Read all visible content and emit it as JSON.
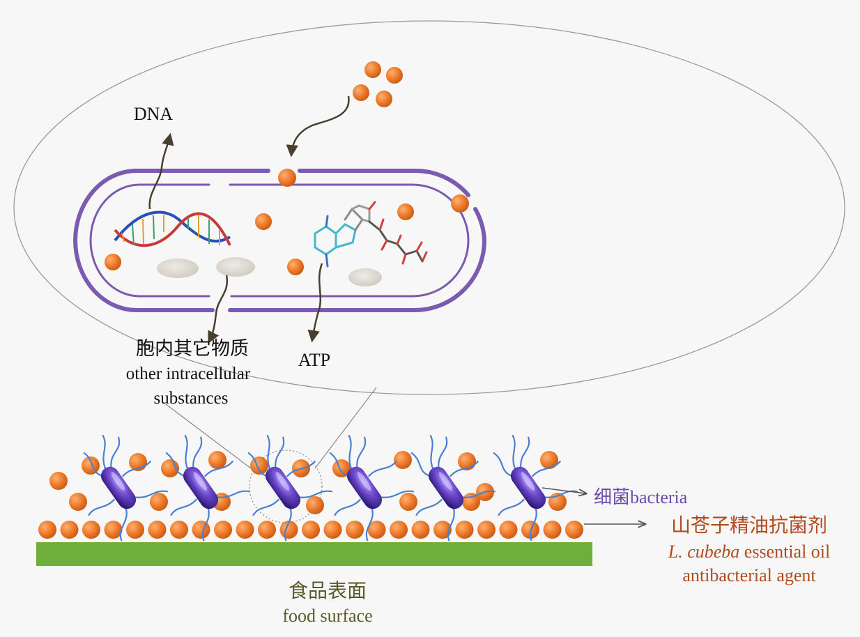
{
  "labels": {
    "dna": "DNA",
    "atp": "ATP",
    "intracellular_zh": "胞内其它物质",
    "intracellular_en_1": "other intracellular",
    "intracellular_en_2": "substances",
    "bacteria_zh": "细菌",
    "bacteria_en": "bacteria",
    "agent_zh": "山苍子精油抗菌剂",
    "agent_en_italic": "L. cubeba",
    "agent_en_1_rest": " essential oil",
    "agent_en_2": "antibacterial agent",
    "food_zh": "食品表面",
    "food_en": "food surface"
  },
  "colors": {
    "orange_particle": "#e8762a",
    "membrane": "#7a5bb0",
    "bacteria_body": "#6a45c8",
    "flagella": "#4a7fd0",
    "food_surface": "#6fae3a",
    "arrow": "#4a3f2e",
    "bacteria_label": "#6a4db0",
    "agent_label": "#b24a1e",
    "food_label": "#5b5a2a",
    "vesicle": "#dcd8cf"
  }
}
